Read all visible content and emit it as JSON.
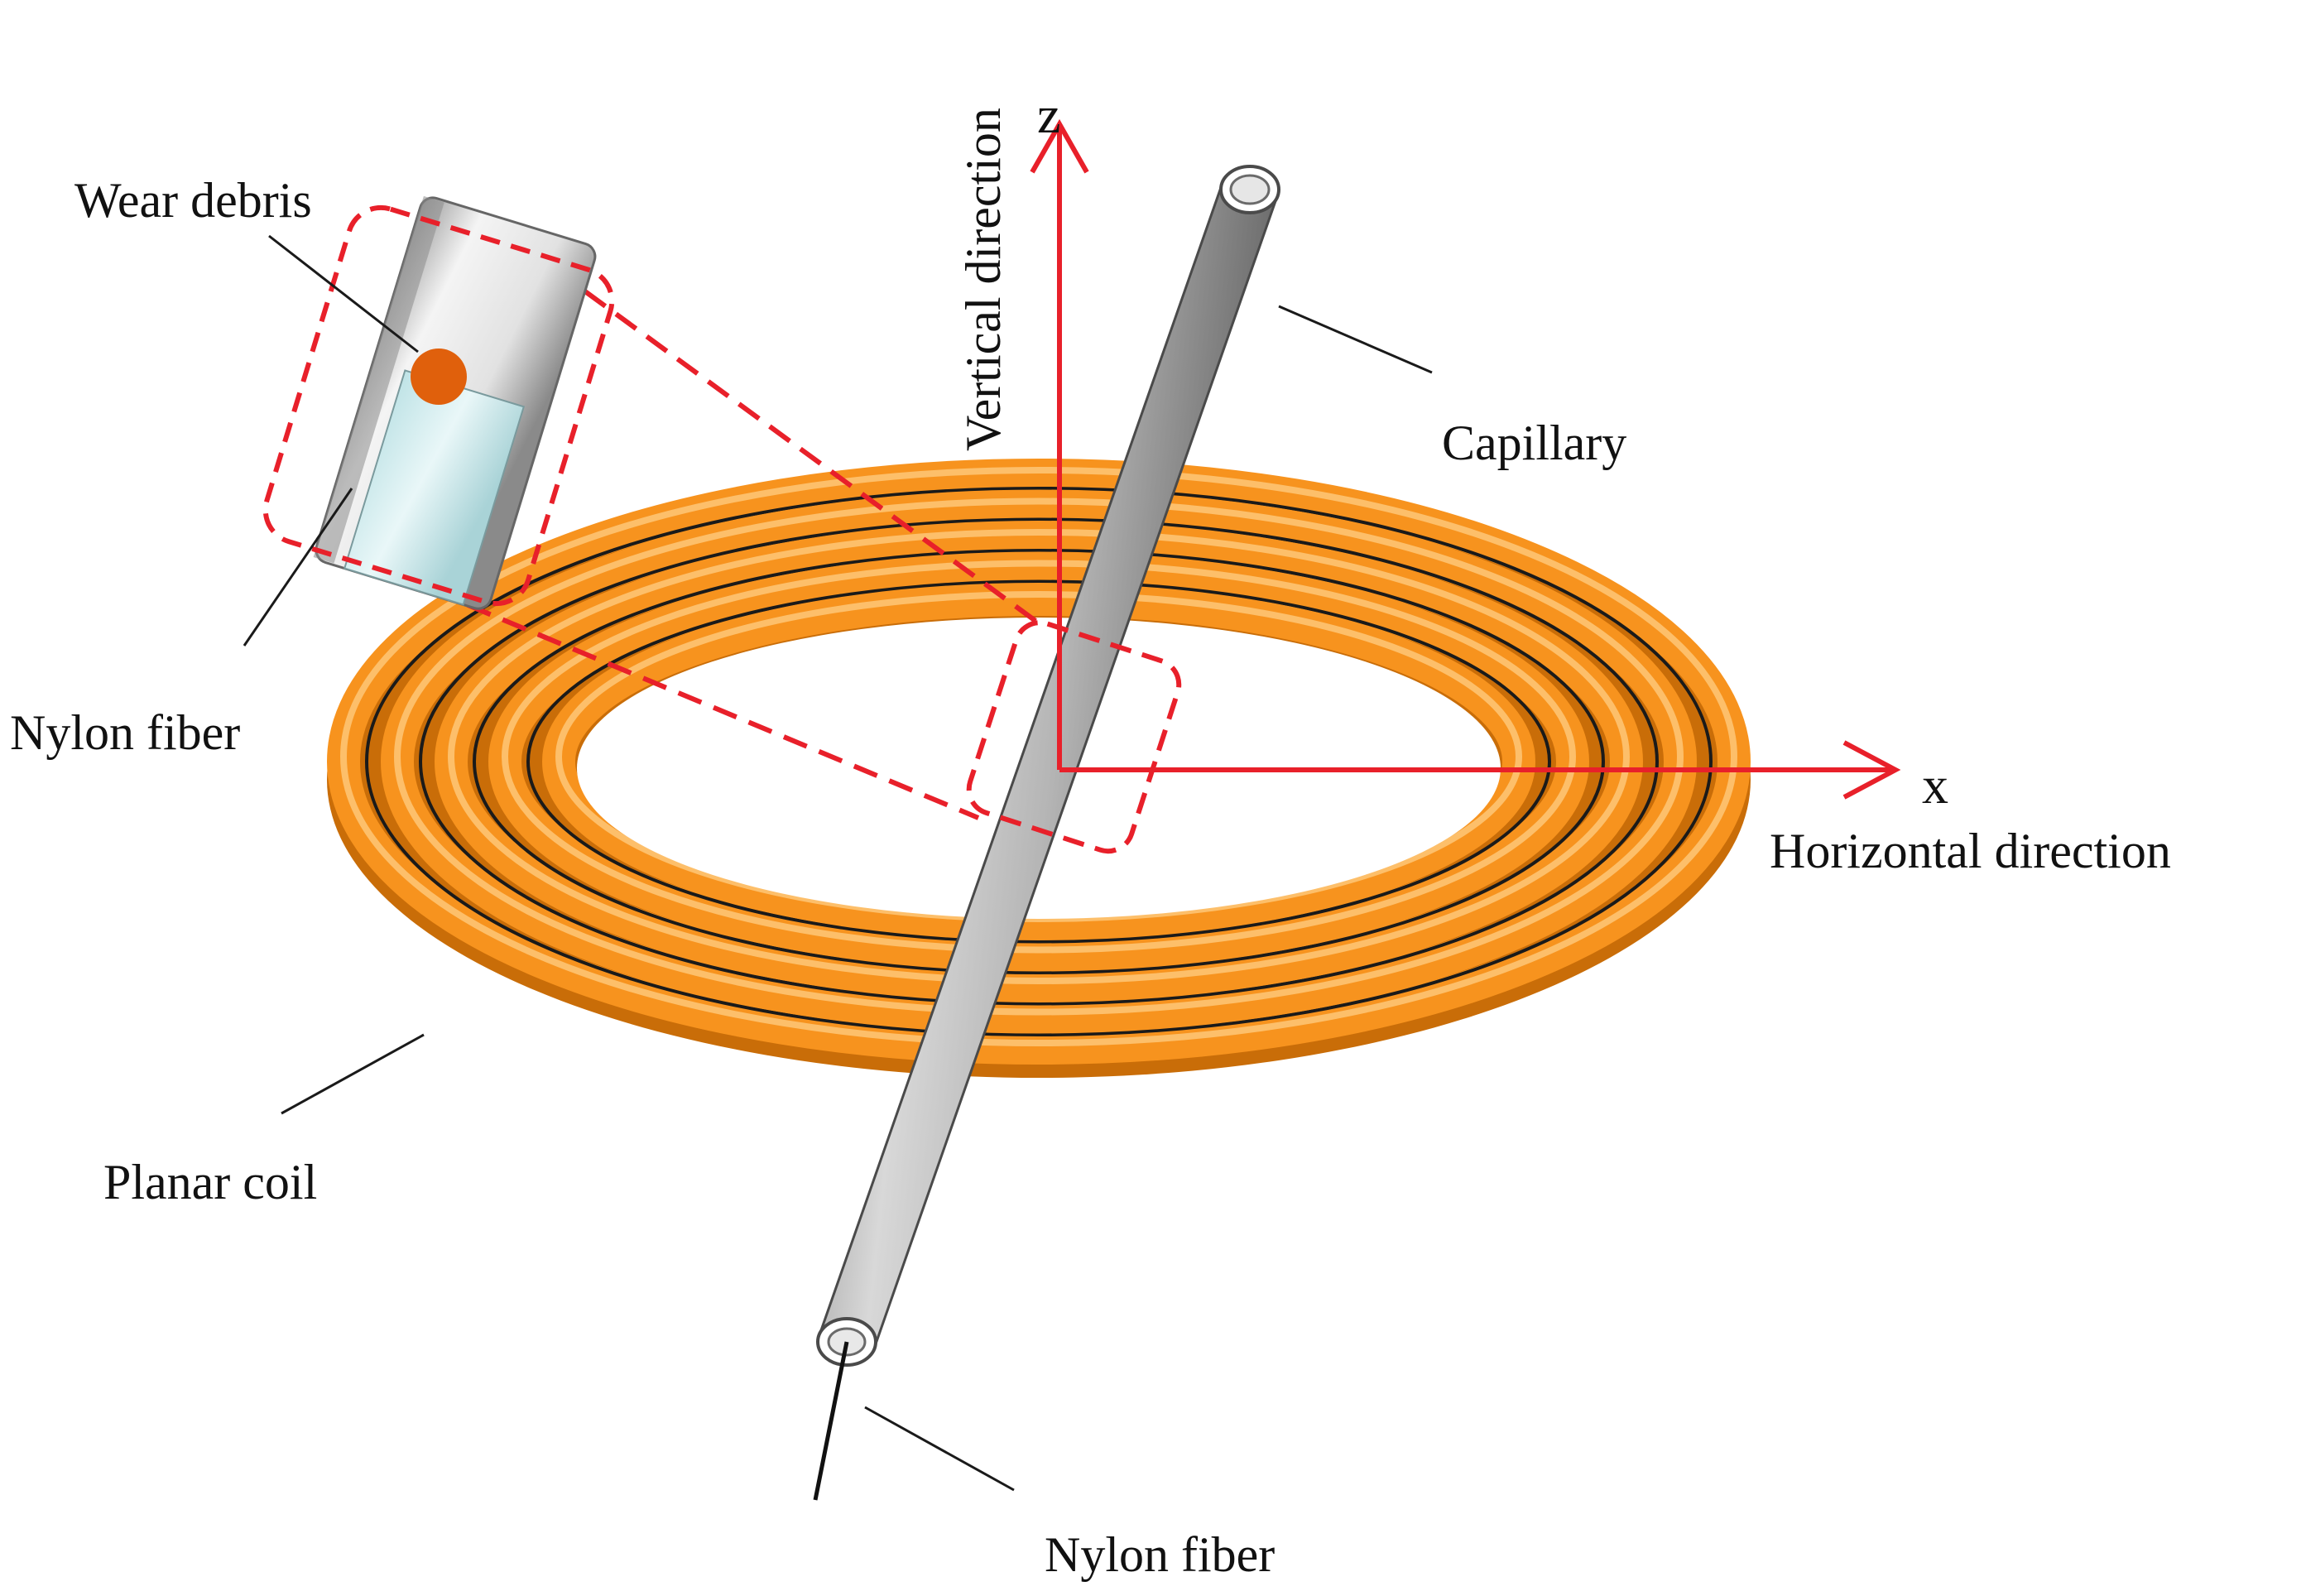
{
  "labels": {
    "wear_debris": "Wear debris",
    "nylon_fiber_inset": "Nylon fiber",
    "vertical_direction": "Vertical direction",
    "z_axis": "z",
    "capillary": "Capillary",
    "x_axis": "x",
    "horizontal_direction": "Horizontal direction",
    "planar_coil": "Planar coil",
    "nylon_fiber_bottom": "Nylon fiber"
  },
  "colors": {
    "coil": "#f7931e",
    "coil_highlight": "#ffd28a",
    "coil_gap": "#1a1a1a",
    "axis": "#e8202a",
    "dashed_box": "#e8202a",
    "debris": "#e0600c",
    "capillary": "#a9a9a9"
  },
  "coil": {
    "turns": 5
  }
}
